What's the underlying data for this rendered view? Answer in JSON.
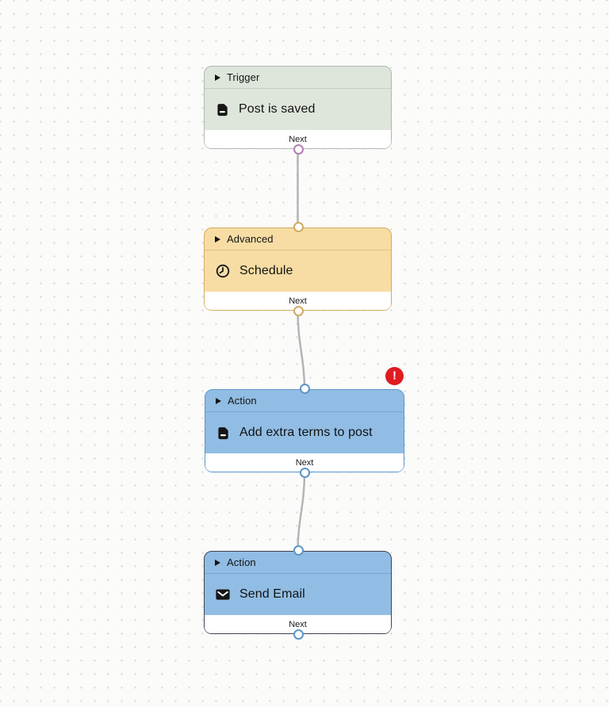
{
  "canvas": {
    "background": "#fbfbfa",
    "dot_color": "#d7d7d4"
  },
  "edges": {
    "color": "#b5b5b8"
  },
  "error_badge": {
    "symbol": "!",
    "color": "#df1b22"
  },
  "nodes": [
    {
      "category": "Trigger",
      "title": "Post is saved",
      "icon": "document-icon",
      "footer_label": "Next",
      "has_input": false,
      "has_output": true,
      "has_error": false,
      "selected": false,
      "colors": {
        "bg": "#dee5db",
        "border": "#b3b9b1",
        "divider": "#c4cbc1",
        "port": "#b27eb3"
      }
    },
    {
      "category": "Advanced",
      "title": "Schedule",
      "icon": "clock-icon",
      "footer_label": "Next",
      "has_input": true,
      "has_output": true,
      "has_error": false,
      "selected": false,
      "colors": {
        "bg": "#f7dda4",
        "border": "#d2ac63",
        "divider": "#e0c181",
        "port": "#d2a963"
      }
    },
    {
      "category": "Action",
      "title": "Add extra terms to post",
      "icon": "document-icon",
      "footer_label": "Next",
      "has_input": true,
      "has_output": true,
      "has_error": true,
      "selected": false,
      "colors": {
        "bg": "#91bde4",
        "border": "#5d94c8",
        "divider": "#76a4d3",
        "port": "#5d94c8"
      }
    },
    {
      "category": "Action",
      "title": "Send Email",
      "icon": "envelope-icon",
      "footer_label": "Next",
      "has_input": true,
      "has_output": true,
      "has_error": false,
      "selected": true,
      "colors": {
        "bg": "#91bde4",
        "border": "#3f454e",
        "divider": "#76a4d3",
        "port": "#5d94c8"
      }
    }
  ]
}
